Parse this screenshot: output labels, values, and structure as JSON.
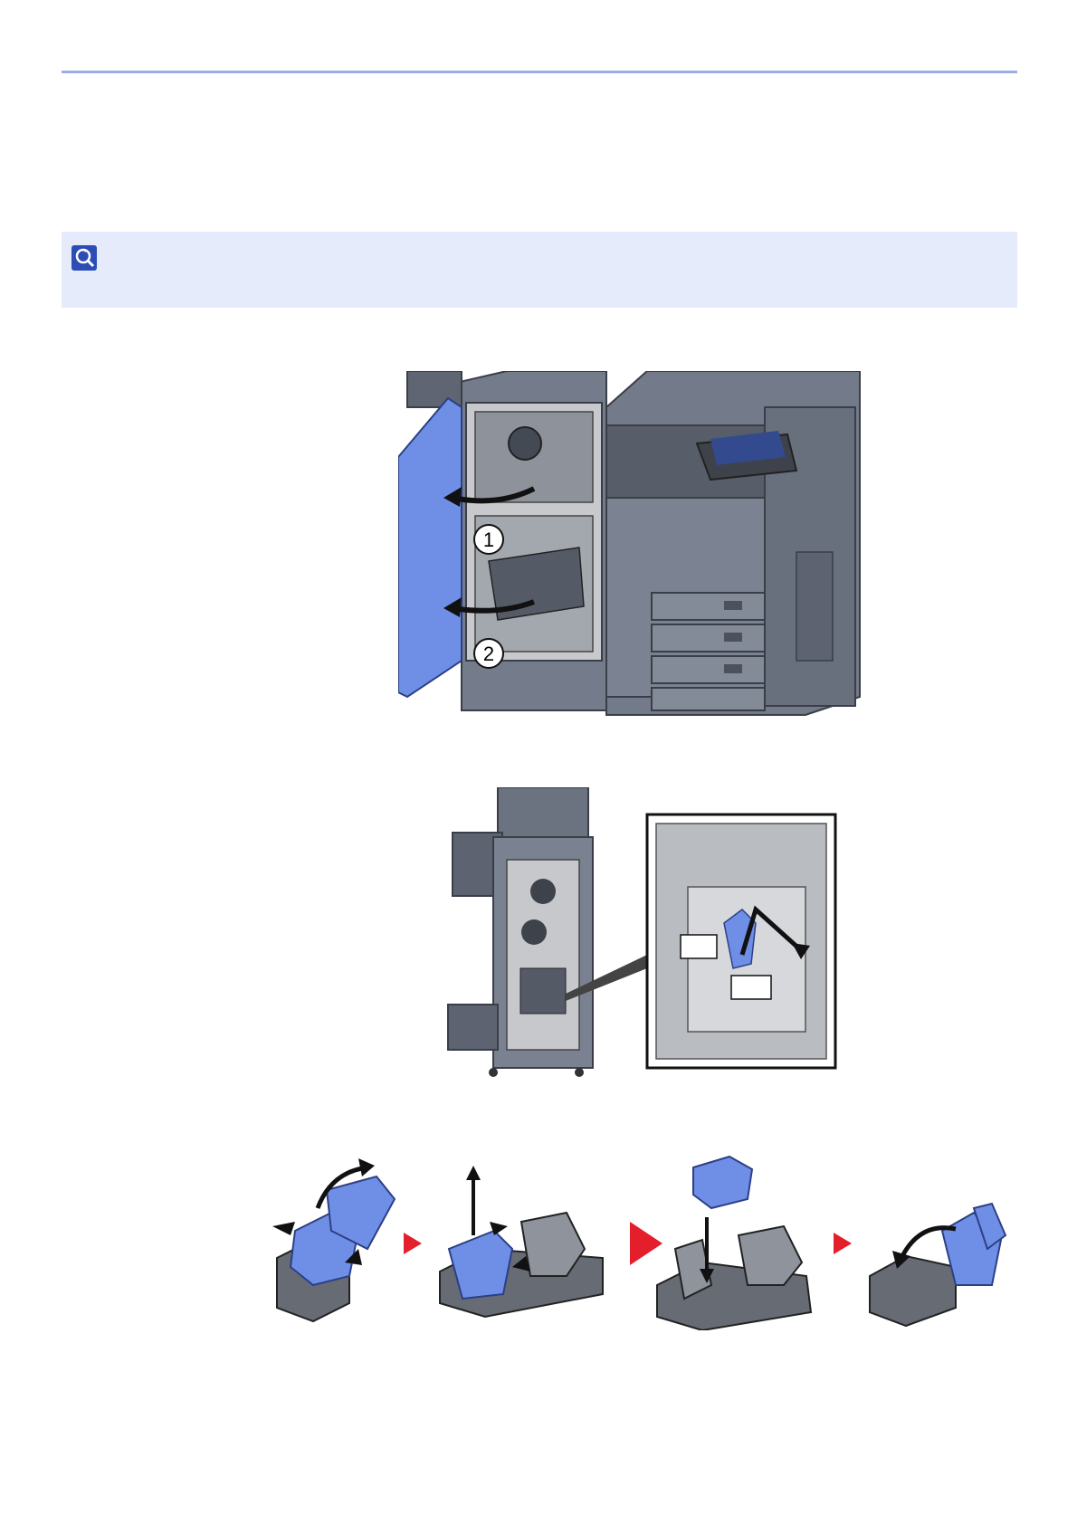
{
  "colors": {
    "rule": "#9aaee6",
    "note_background": "#e5ebfb",
    "highlight_blue": "#6f8fe6",
    "arrow_red": "#e41e2b",
    "machine_gray": "#6d7483"
  },
  "figures": {
    "finisher_doors": {
      "callouts": [
        "1",
        "2"
      ]
    },
    "staple_unit_location": {},
    "staple_cartridge_replacement": {
      "steps": 4
    }
  },
  "icons": [
    "note-icon",
    "step-arrow-icon"
  ]
}
